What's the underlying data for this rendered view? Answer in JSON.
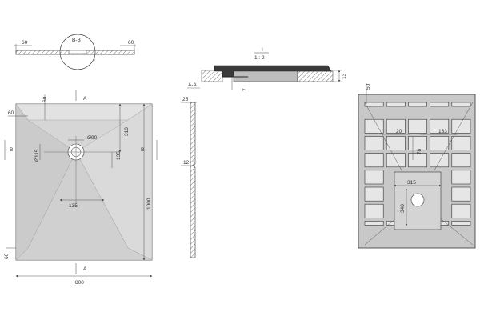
{
  "colors": {
    "line": "#333333",
    "dim_line": "#555555",
    "tray_fill": "#cfcfcf",
    "tray_fill_light": "#dedede",
    "tray_bottom_fill": "#c8c8c8",
    "rib_fill": "#9a9a9a",
    "drain_fill": "#ffffff",
    "section_dark": "#3a3a3a"
  },
  "section_bb": {
    "label": "B-B",
    "dim_left": "60",
    "dim_right": "60"
  },
  "detail": {
    "title": "I",
    "scale": "1 : 2",
    "section_label": "A-A",
    "dim_height": "13",
    "dim_depth": "7"
  },
  "side_view": {
    "dim_top": "25",
    "dim_mid": "12"
  },
  "plan": {
    "cut_top": "A",
    "cut_bottom": "A",
    "cut_left": "B",
    "cut_right": "B",
    "dim_top_left": "60",
    "dim_left_top": "60",
    "dim_left_bottom": "60",
    "dim_drain_dia": "Ø90",
    "dim_drain_outer": "Ø115",
    "dim_from_top": "310",
    "dim_from_right": "135",
    "dim_bottom_offset": "135",
    "dim_length": "1000",
    "dim_width": "800"
  },
  "bottom": {
    "dim_rib": "50",
    "dim_gap": "20",
    "dim_cell_w": "133",
    "dim_cell_h": "78",
    "dim_center_w": "315",
    "dim_center_h": "340"
  }
}
